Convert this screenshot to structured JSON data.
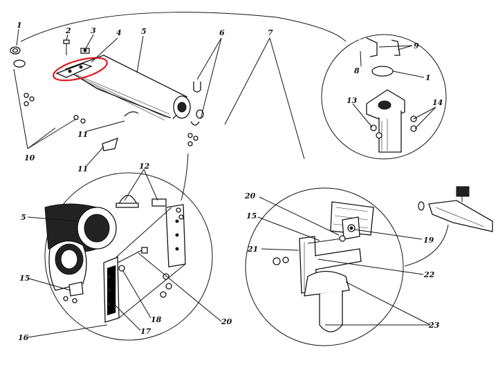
{
  "diagram": {
    "highlight_color": "#e0161b",
    "ink_color": "#111111",
    "callouts": {
      "c1a": "1",
      "c2": "2",
      "c3": "3",
      "c4": "4",
      "c5a": "5",
      "c6": "6",
      "c7": "7",
      "c8": "8",
      "c9": "9",
      "c1b": "1",
      "c10": "10",
      "c11a": "11",
      "c11b": "11",
      "c12": "12",
      "c13": "13",
      "c14": "14",
      "c5b": "5",
      "c15a": "15",
      "c16": "16",
      "c17": "17",
      "c18": "18",
      "c20a": "20",
      "c20b": "20",
      "c15b": "15",
      "c21": "21",
      "c19": "19",
      "c22": "22",
      "c23": "23"
    }
  }
}
